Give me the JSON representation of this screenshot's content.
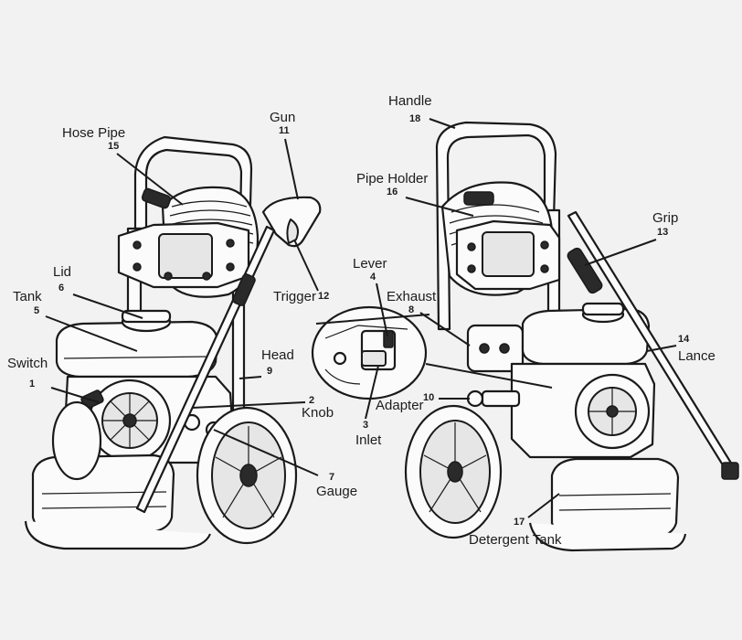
{
  "parts": [
    {
      "id": "1",
      "name": "Switch"
    },
    {
      "id": "2",
      "name": "Knob"
    },
    {
      "id": "3",
      "name": "Inlet"
    },
    {
      "id": "4",
      "name": "Lever"
    },
    {
      "id": "5",
      "name": "Tank"
    },
    {
      "id": "6",
      "name": "Lid"
    },
    {
      "id": "7",
      "name": "Gauge"
    },
    {
      "id": "8",
      "name": "Exhaust"
    },
    {
      "id": "9",
      "name": "Head"
    },
    {
      "id": "10",
      "name": "Adapter"
    },
    {
      "id": "11",
      "name": "Gun"
    },
    {
      "id": "12",
      "name": "Trigger"
    },
    {
      "id": "13",
      "name": "Grip"
    },
    {
      "id": "14",
      "name": "Lance"
    },
    {
      "id": "15",
      "name": "Hose Pipe"
    },
    {
      "id": "16",
      "name": "Pipe Holder"
    },
    {
      "id": "17",
      "name": "Detergent Tank"
    },
    {
      "id": "18",
      "name": "Handle"
    }
  ],
  "colors": {
    "line": "#1a1a1a",
    "background": "#f2f2f2",
    "fill": "#fbfbfb"
  }
}
